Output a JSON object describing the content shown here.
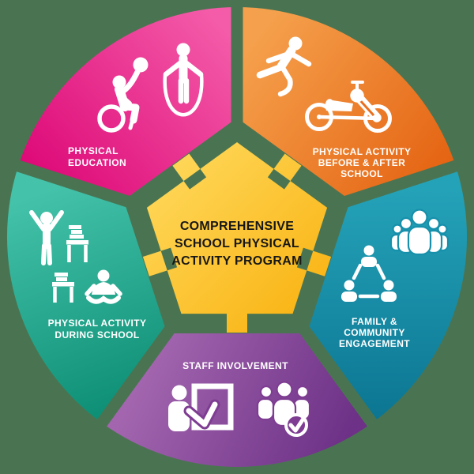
{
  "title": {
    "line1": "COMPREHENSIVE",
    "line2": "SCHOOL PHYSICAL",
    "line3": "ACTIVITY PROGRAM"
  },
  "segments": {
    "physical_education": {
      "lines": [
        "PHYSICAL",
        "EDUCATION"
      ],
      "icons": [
        "wheelchair-basketball-icon",
        "jump-rope-icon"
      ],
      "color_start": "#DB0072",
      "color_end": "#F45CA9"
    },
    "before_after_school": {
      "lines": [
        "PHYSICAL ACTIVITY",
        "BEFORE & AFTER",
        "SCHOOL"
      ],
      "icons": [
        "runner-with-blade-icon",
        "handcycle-icon"
      ],
      "color_start": "#F5A04C",
      "color_end": "#E35F0E"
    },
    "family_community": {
      "lines": [
        "FAMILY &",
        "COMMUNITY",
        "ENGAGEMENT"
      ],
      "icons": [
        "crowd-icon",
        "network-triangle-icon"
      ],
      "color_start": "#24A2B8",
      "color_end": "#0B7491"
    },
    "staff_involvement": {
      "lines": [
        "STAFF INVOLVEMENT"
      ],
      "icons": [
        "presenter-board-icon",
        "group-check-icon"
      ],
      "color_start": "#A265AE",
      "color_end": "#6D3187"
    },
    "during_school": {
      "lines": [
        "PHYSICAL ACTIVITY",
        "DURING SCHOOL"
      ],
      "icons": [
        "stretching-person-icon",
        "standing-desk-icon",
        "desk-books-icon",
        "cross-legged-person-icon"
      ],
      "color_start": "#44C2AA",
      "color_end": "#0A8C72"
    }
  },
  "colors": {
    "background": "#4A7451",
    "label_text": "#FFFFFF",
    "title_text": "#171717",
    "center_start": "#FFDB60",
    "center_end": "#F9B210"
  }
}
